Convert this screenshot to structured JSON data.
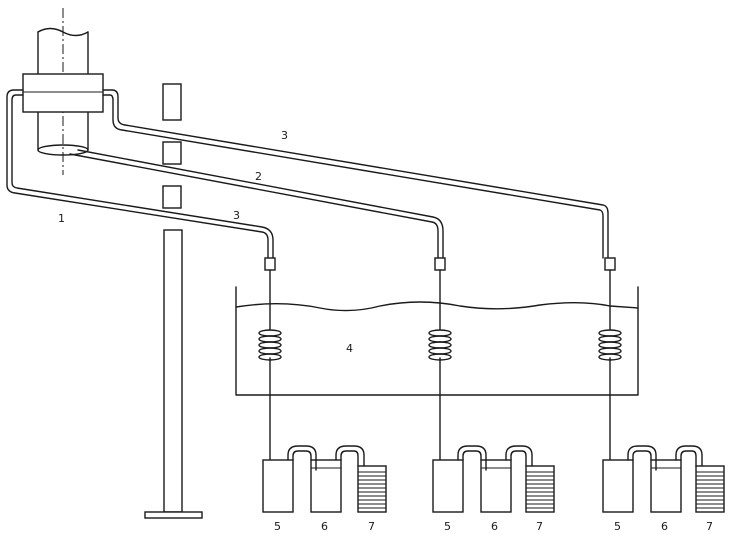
{
  "labels": {
    "l1": "1",
    "l2": "2",
    "l3_upper": "3",
    "l3_lower": "3",
    "l4": "4",
    "trains": [
      {
        "a": "5",
        "b": "6",
        "c": "7"
      },
      {
        "a": "5",
        "b": "6",
        "c": "7"
      },
      {
        "a": "5",
        "b": "6",
        "c": "7"
      }
    ]
  },
  "colors": {
    "line": "#1a1a1a",
    "background": "#ffffff"
  }
}
